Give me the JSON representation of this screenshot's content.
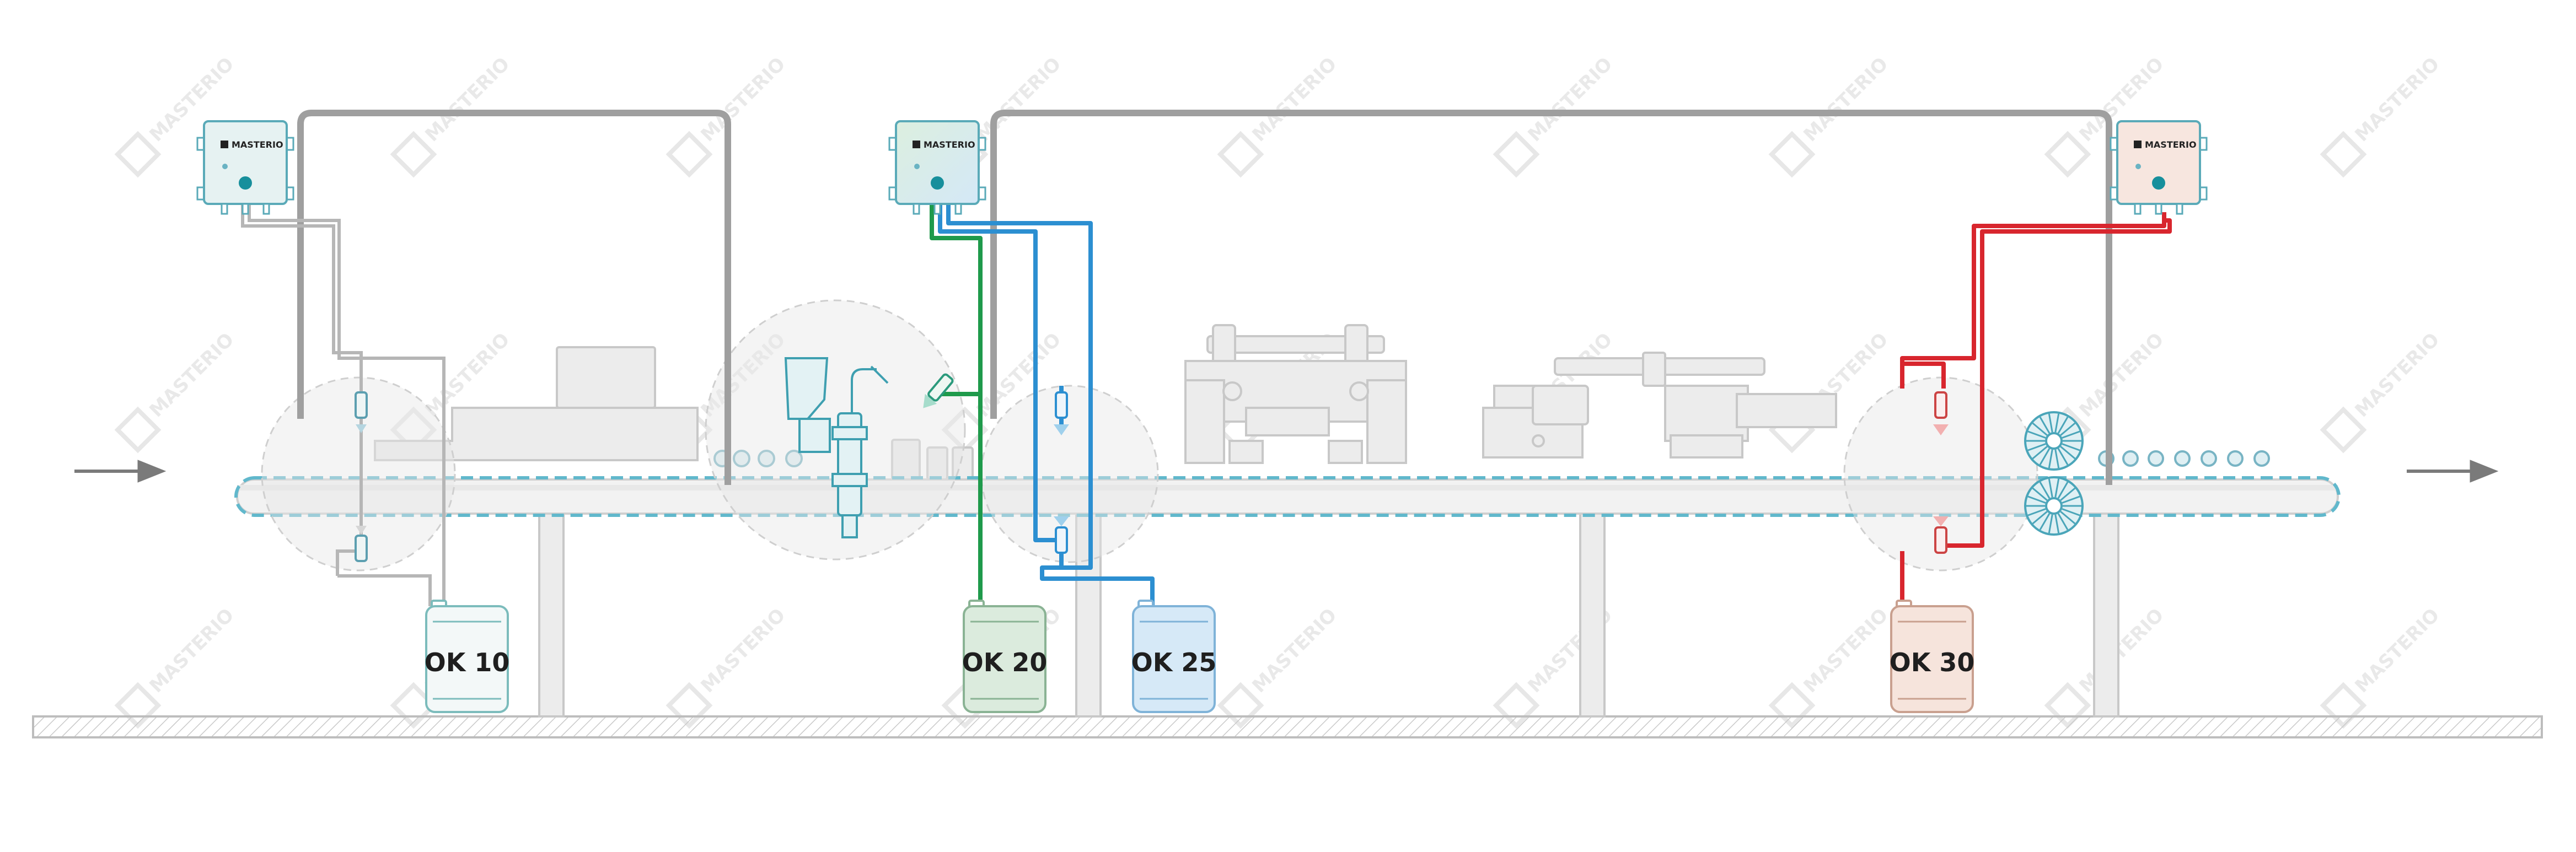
{
  "brand": {
    "name": "MASTERIO"
  },
  "watermark": {
    "text": "MASTERIO"
  },
  "flow": {
    "in_arrow": "arrow-right-icon",
    "out_arrow": "arrow-right-icon"
  },
  "controllers": [
    {
      "id": "controller-1",
      "brand": "MASTERIO",
      "tint": "#e6f2f2"
    },
    {
      "id": "controller-2",
      "brand": "MASTERIO",
      "tint": "#dcebf6"
    },
    {
      "id": "controller-3",
      "brand": "MASTERIO",
      "tint": "#f7e6df"
    }
  ],
  "tanks": [
    {
      "label": "OK 10",
      "color": "#f3f8f8",
      "stroke": "#7cbcbc"
    },
    {
      "label": "OK 20",
      "color": "#dbebdd",
      "stroke": "#8ab394"
    },
    {
      "label": "OK 25",
      "color": "#d6e9f7",
      "stroke": "#7fb3d8"
    },
    {
      "label": "OK 30",
      "color": "#f6e4dc",
      "stroke": "#c9a08f"
    }
  ],
  "lines": {
    "gray": "#a7a7a7",
    "green": "#1f9a4b",
    "blue": "#2c8fd1",
    "red": "#d8262e"
  }
}
